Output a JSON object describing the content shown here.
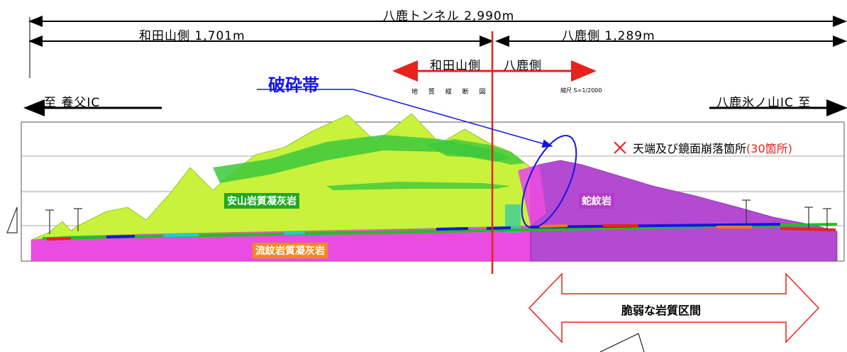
{
  "header": {
    "tunnel_total": "八鹿トンネル 2,990m",
    "wadayama_length": "和田山側 1,701m",
    "yoka_length": "八鹿側 1,289m"
  },
  "center": {
    "left_label": "和田山側",
    "right_label": "八鹿側",
    "section_title": "地 質 縦 断 図",
    "scale": "縮尺 S=1/2000"
  },
  "directions": {
    "left": "至 養父IC",
    "right": "八鹿氷ノ山IC 至"
  },
  "fault_zone_label": "破砕帯",
  "collapse_legend": {
    "mark": "×",
    "text": "天端及び鏡面崩落箇所",
    "count": "(30箇所)"
  },
  "rocks": {
    "andesite_tuff": "安山岩質凝灰岩",
    "rhyolite_tuff": "流紋岩質凝灰岩",
    "serpentinite": "蛇紋岩"
  },
  "weak_section_label": "脆弱な岩質区間",
  "colors": {
    "green_rock": "#c8f23c",
    "green_band": "#3cc83c",
    "magenta_rock": "#e84ce0",
    "purple_rock": "#b44ad2",
    "red": "#e8221c",
    "blue": "#1414e6",
    "label_green": "#22a822",
    "label_orange": "#f08a1c",
    "label_purple": "#b43cc8"
  }
}
